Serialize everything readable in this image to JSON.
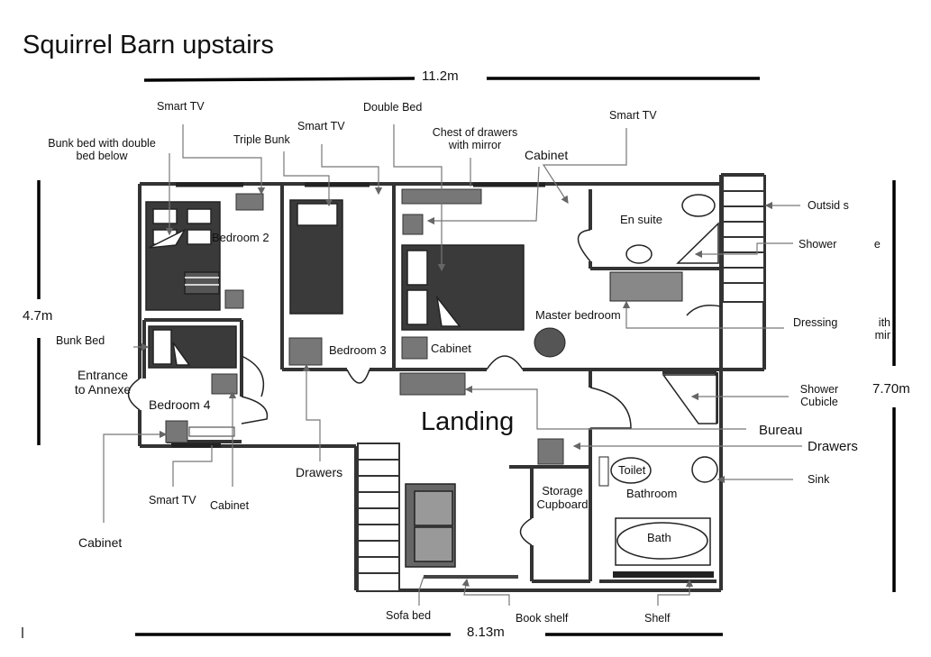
{
  "title": "Squirrel Barn upstairs",
  "dimensions": {
    "top": "11.2m",
    "bottom": "8.13m",
    "left": "4.7m",
    "right": "7.70m"
  },
  "rooms": {
    "bedroom2": "Bedroom 2",
    "bedroom3": "Bedroom 3",
    "bedroom4": "Bedroom 4",
    "master": "Master bedroom",
    "ensuite": "En suite",
    "landing": "Landing",
    "storage": "Storage Cupboard",
    "bathroom": "Bathroom",
    "toilet": "Toilet",
    "bath": "Bath",
    "entrance": "Entrance to Annexe"
  },
  "labels": {
    "smart_tv": "Smart TV",
    "bunk_double": "Bunk bed with double bed below",
    "triple_bunk": "Triple Bunk",
    "double_bed": "Double Bed",
    "chest": "Chest of drawers with mirror",
    "cabinet": "Cabinet",
    "outside": "Outsid s",
    "shower": "Shower e",
    "dressing": "Dressing ith mir",
    "shower_cubicle": "Shower Cubicle",
    "bureau": "Bureau",
    "drawers": "Drawers",
    "sink": "Sink",
    "bunk_bed": "Bunk Bed",
    "sofa_bed": "Sofa bed",
    "book_shelf": "Book shelf",
    "shelf": "Shelf"
  }
}
